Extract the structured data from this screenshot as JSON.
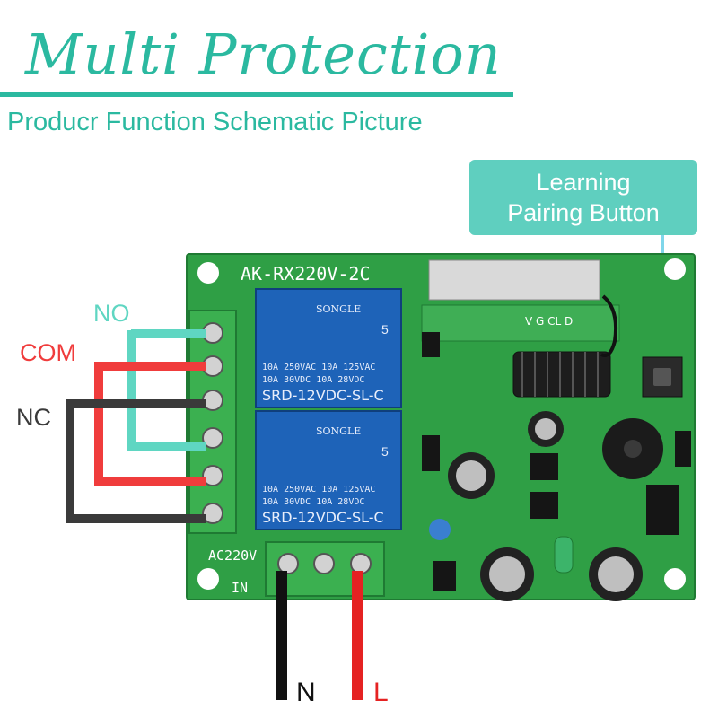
{
  "title": "Multi Protection",
  "subtitle": "Producr Function Schematic Picture",
  "callout": {
    "line1": "Learning",
    "line2": "Pairing Button"
  },
  "terminals": {
    "no": "NO",
    "com": "COM",
    "nc": "NC"
  },
  "power": {
    "n": "N",
    "l": "L"
  },
  "board": {
    "model": "AK-RX220V-2C",
    "input_label": "AC220V",
    "input_sub": "IN",
    "relay_brand": "SONGLE",
    "relay_number": "5",
    "relay_rating_1": "10A 250VAC  10A 125VAC",
    "relay_rating_2": "10A  30VDC  10A  28VDC",
    "relay_model": "SRD-12VDC-SL-C",
    "pins": "V G CL D"
  },
  "colors": {
    "teal": "#2bb9a0",
    "red": "#f03c3c",
    "dark": "#3a3a3a",
    "board": "#2f9f45"
  }
}
